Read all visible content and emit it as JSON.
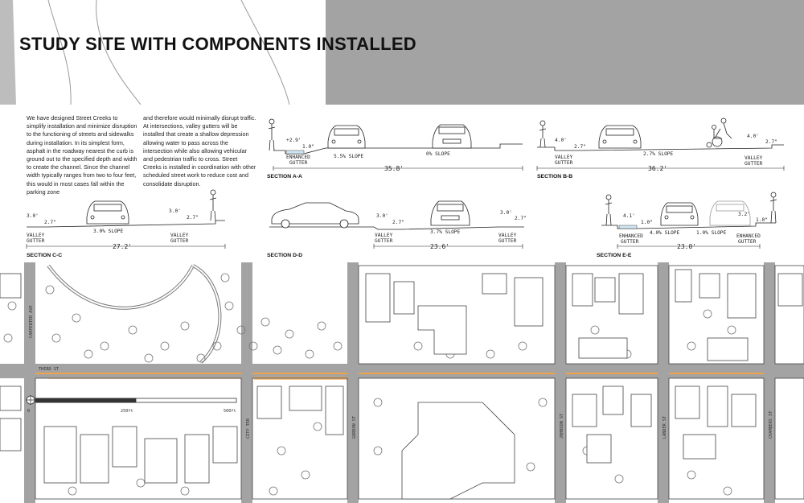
{
  "title": "STUDY SITE WITH COMPONENTS INSTALLED",
  "text": {
    "col1": "We have designed Street Creeks to simplify installation and minimize disruption to the functioning of streets and sidewalks during installation. In its simplest form, asphalt in the roadway nearest the curb is ground out to the specified depth and width to create the channel. Since the channel width typically ranges from two to four feet, this would in most cases fall within the parking zone",
    "col2": "and therefore would minimally disrupt traffic. At intersections, valley gutters will be installed that create a shallow depression allowing water to pass across the intersection while also allowing vehicular and pedestrian traffic to cross. Street Creeks is installed in coordination with other scheduled street work to reduce cost and consolidate disruption."
  },
  "sections": {
    "aa": {
      "name": "SECTION A-A",
      "width": "35.8'",
      "labels": [
        "+2.9'",
        "1.0\"",
        "5.5% SLOPE",
        "0% SLOPE",
        "ENHANCED",
        "GUTTER"
      ]
    },
    "bb": {
      "name": "SECTION B-B",
      "width": "36.2'",
      "labels": [
        "4.0'",
        "2.7\"",
        "2.7% SLOPE",
        "4.0'",
        "2.7\"",
        "VALLEY",
        "GUTTER",
        "VALLEY",
        "GUTTER"
      ]
    },
    "cc": {
      "name": "SECTION C-C",
      "width": "27.2'",
      "labels": [
        "3.0'",
        "2.7\"",
        "3.0% SLOPE",
        "3.0'",
        "2.7\"",
        "VALLEY",
        "GUTTER",
        "VALLEY",
        "GUTTER"
      ]
    },
    "dd": {
      "name": "SECTION D-D",
      "width": "23.6'",
      "labels": [
        "3.0'",
        "2.7\"",
        "3.7% SLOPE",
        "3.0'",
        "2.7\"",
        "VALLEY",
        "GUTTER",
        "VALLEY",
        "GUTTER"
      ]
    },
    "ee": {
      "name": "SECTION E-E",
      "width": "23.0'",
      "labels": [
        "4.1'",
        "1.0\"",
        "4.0% SLOPE",
        "1.0% SLOPE",
        "3.2'",
        "1.0\"",
        "ENHANCED",
        "GUTTER",
        "ENHANCED",
        "GUTTER"
      ]
    }
  },
  "streets": {
    "carpenter": "CARPENTER AVE",
    "third": "THIRD ST",
    "city": "CITY TER",
    "gordon": "GORDON ST",
    "johnson": "JOHNSON ST",
    "lander": "LANDER ST",
    "chambers": "CHAMBERS ST"
  },
  "scale": {
    "start": "0",
    "mid": "250ft",
    "end": "500ft"
  },
  "colors": {
    "road": "#a3a3a3",
    "creek": "#f0a14a",
    "ink": "#111111"
  }
}
